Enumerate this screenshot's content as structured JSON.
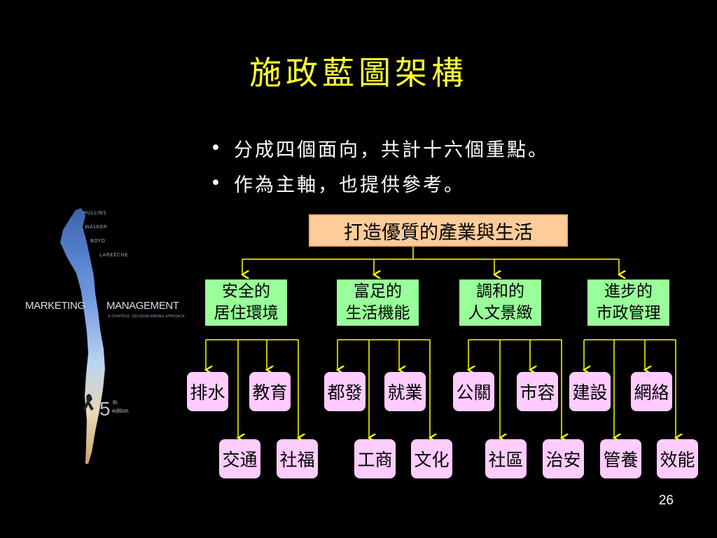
{
  "title": "施政藍圖架構",
  "bullets": [
    "分成四個面向，共計十六個重點。",
    "作為主軸，也提供參考。"
  ],
  "book_cover": {
    "authors": [
      "MULLINS",
      "WALKER",
      "BOYD",
      "LAREÉCHE"
    ],
    "title_left": "MARKETING",
    "title_right": "MANAGEMENT",
    "subtitle": "A STRATEGIC DECISION-MAKING APPROACH",
    "edition_number": "5",
    "edition_suffix": "th",
    "edition_word": "edition"
  },
  "org_chart": {
    "root": "打造優質的產業與生活",
    "groups": [
      {
        "line1": "安全的",
        "line2": "居住環境",
        "items": [
          "排水",
          "教育",
          "交通",
          "社福"
        ]
      },
      {
        "line1": "富足的",
        "line2": "生活機能",
        "items": [
          "都發",
          "就業",
          "工商",
          "文化"
        ]
      },
      {
        "line1": "調和的",
        "line2": "人文景緻",
        "items": [
          "公關",
          "市容",
          "社區",
          "治安"
        ]
      },
      {
        "line1": "進步的",
        "line2": "市政管理",
        "items": [
          "建設",
          "網絡",
          "管養",
          "效能"
        ]
      }
    ]
  },
  "page_number": "26",
  "colors": {
    "background": "#000000",
    "title": "#ffff33",
    "root_box": "#ffcc99",
    "category_box": "#99ff99",
    "leaf_box": "#ffccff",
    "connector": "#ffff00"
  }
}
